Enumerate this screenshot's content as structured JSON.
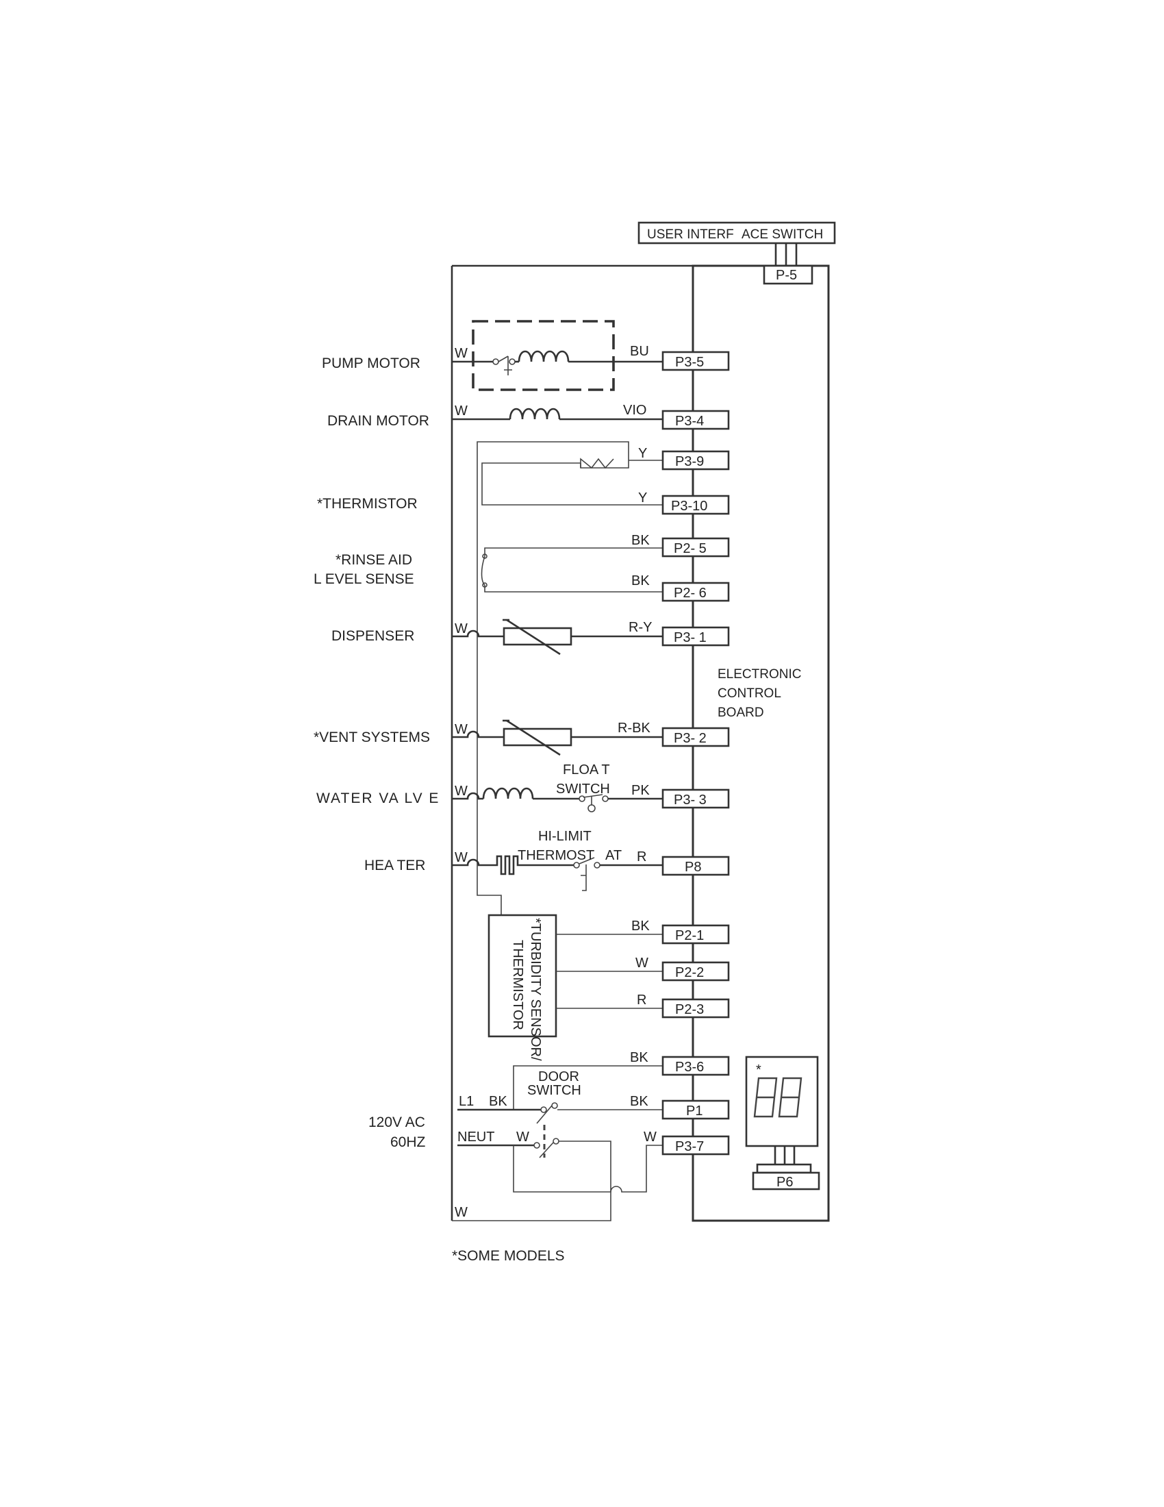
{
  "header": {
    "user_interface_switch_a": "USER INTERF",
    "user_interface_switch_b": "ACE SWITCH",
    "p5": "P-5"
  },
  "components": {
    "pump_motor": "PUMP MOTOR",
    "drain_motor": "DRAIN MOTOR",
    "thermistor": "*THERMISTOR",
    "rinse_aid_1": "*RINSE AID",
    "rinse_aid_2": "L EVEL SENSE",
    "dispenser": "DISPENSER",
    "vent_systems": "*VENT SYSTEMS",
    "water_valve": "WATER VA LV E",
    "heater": "HEA TER",
    "power_1": "120V AC",
    "power_2": "60HZ",
    "turbidity_1": "*TURBIDITY SENSOR/",
    "turbidity_2": "THERMISTOR",
    "float_1": "FLOA T",
    "float_2": "SWITCH",
    "hilimit_1": "HI-LIMIT",
    "hilimit_2": "THERMOST",
    "hilimit_3": "AT",
    "door_1": "DOOR",
    "door_2": "SWITCH",
    "board_1": "ELECTRONIC",
    "board_2": "CONTROL",
    "board_3": "BOARD",
    "display_star": "*",
    "footnote": "*SOME MODELS"
  },
  "wire_colors": {
    "pump_w": "W",
    "pump_bu": "BU",
    "drain_w": "W",
    "drain_vio": "VIO",
    "therm_y1": "Y",
    "therm_y2": "Y",
    "rinse_bk1": "BK",
    "rinse_bk2": "BK",
    "disp_w": "W",
    "disp_ry": "R-Y",
    "vent_w": "W",
    "vent_rbk": "R-BK",
    "valve_w": "W",
    "valve_pk": "PK",
    "heater_w": "W",
    "heater_r": "R",
    "turb_bk": "BK",
    "turb_w": "W",
    "turb_r": "R",
    "door_bk1": "BK",
    "l1": "L1",
    "l1_bk": "BK",
    "door_bk2": "BK",
    "neut": "NEUT",
    "neut_w": "W",
    "p37_w": "W",
    "bottom_w": "W"
  },
  "connectors": {
    "p3_5": "P3-5",
    "p3_4": "P3-4",
    "p3_9": "P3-9",
    "p3_10": "P3-10",
    "p2_5": "P2- 5",
    "p2_6": "P2- 6",
    "p3_1": "P3- 1",
    "p3_2": "P3- 2",
    "p3_3": "P3- 3",
    "p8": "P8",
    "p2_1": "P2-1",
    "p2_2": "P2-2",
    "p2_3": "P2-3",
    "p3_6": "P3-6",
    "p1": "P1",
    "p3_7": "P3-7",
    "p6": "P6"
  }
}
